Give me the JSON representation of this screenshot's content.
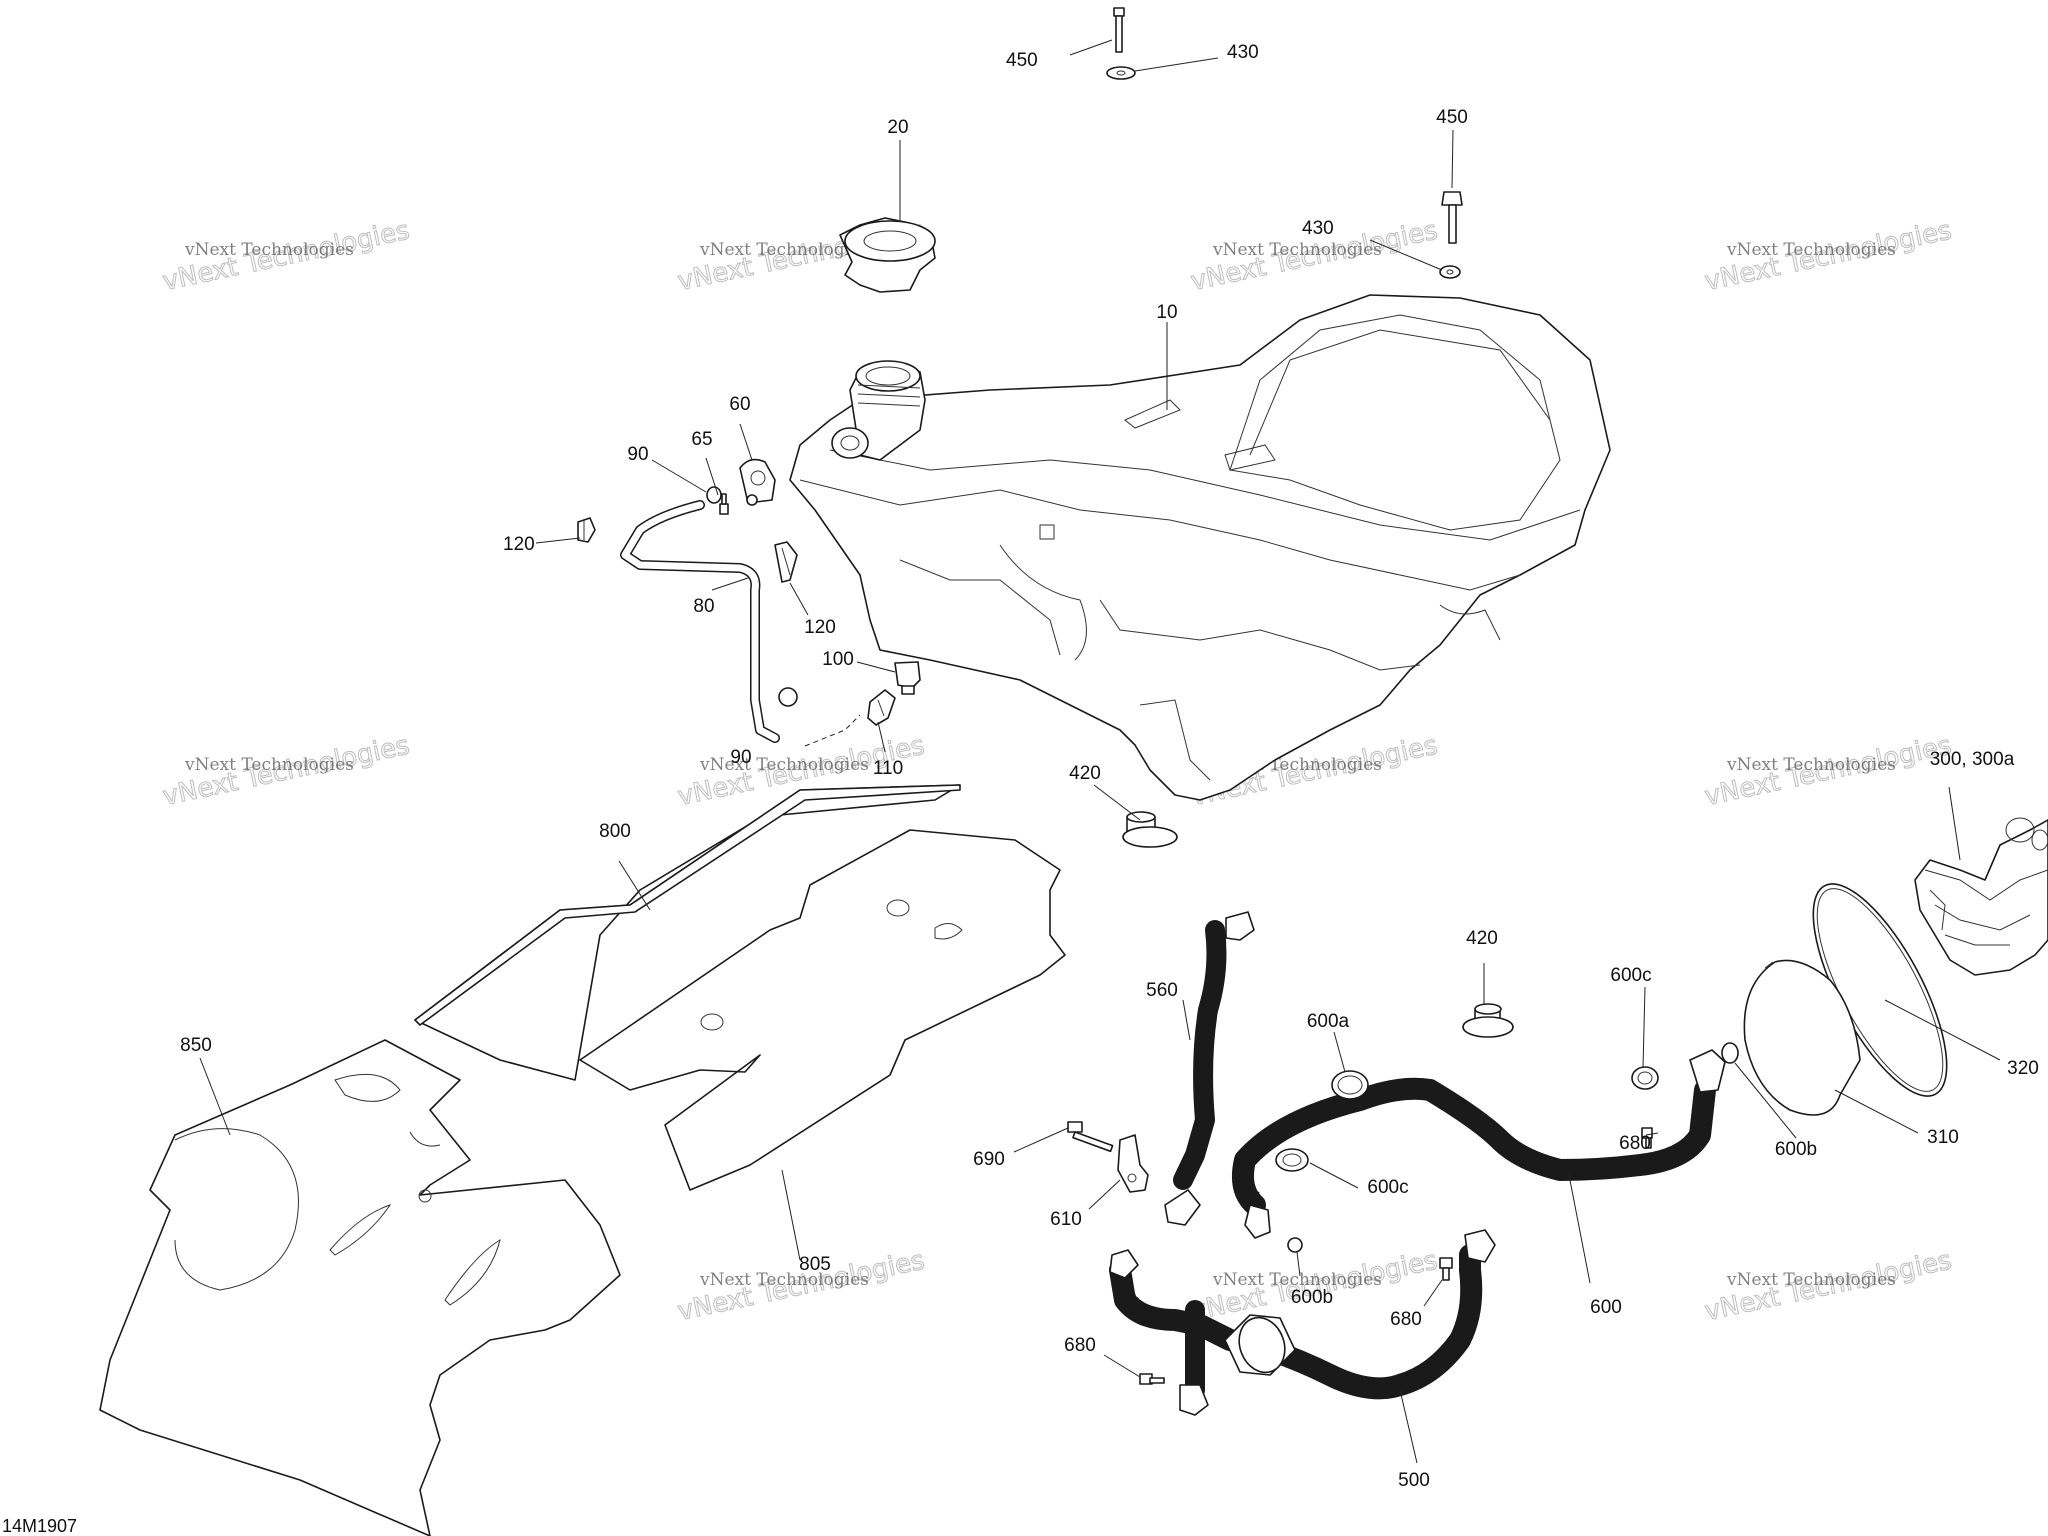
{
  "diagram_code": "14M1907",
  "watermark": {
    "line1": "vNext Technologies",
    "line2": "vNext Technologies"
  },
  "callouts": {
    "c10": "10",
    "c20": "20",
    "c60": "60",
    "c65": "65",
    "c80": "80",
    "c90a": "90",
    "c90b": "90",
    "c100": "100",
    "c110": "110",
    "c120a": "120",
    "c120b": "120",
    "c300": "300, 300a",
    "c310": "310",
    "c320": "320",
    "c420a": "420",
    "c420b": "420",
    "c430a": "430",
    "c430b": "430",
    "c450a": "450",
    "c450b": "450",
    "c500": "500",
    "c560": "560",
    "c600": "600",
    "c600a": "600a",
    "c600b1": "600b",
    "c600b2": "600b",
    "c600c1": "600c",
    "c600c2": "600c",
    "c610": "610",
    "c680a": "680",
    "c680b": "680",
    "c680c": "680",
    "c690": "690",
    "c800": "800",
    "c805": "805",
    "c850": "850"
  }
}
